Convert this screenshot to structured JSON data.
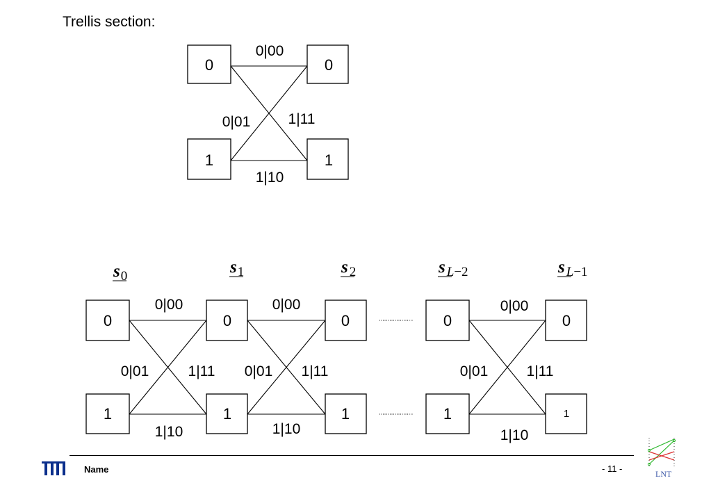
{
  "title": "Trellis section:",
  "section": {
    "states": [
      {
        "left": "0",
        "right": "0"
      },
      {
        "left": "1",
        "right": "1"
      }
    ],
    "edges": {
      "top": "0|00",
      "bottom": "1|10",
      "cross_left": "0|01",
      "cross_right": "1|11"
    }
  },
  "trellis": {
    "state_labels": [
      {
        "var": "s",
        "sub": "0"
      },
      {
        "var": "s",
        "sub": "1"
      },
      {
        "var": "s",
        "sub": "2"
      },
      {
        "var": "s",
        "sub_italic": "L",
        "sub_rest": "−2"
      },
      {
        "var": "s",
        "sub_italic": "L",
        "sub_rest": "−1"
      }
    ],
    "top_states": [
      "0",
      "0",
      "0",
      "0",
      "0"
    ],
    "bottom_states": [
      "1",
      "1",
      "1",
      "1",
      "1"
    ],
    "edges": [
      {
        "top": "0|00",
        "bottom": "1|10",
        "cross_left": "0|01",
        "cross_right": "1|11"
      },
      {
        "top": "0|00",
        "bottom": "1|10",
        "cross_left": "0|01",
        "cross_right": "1|11"
      },
      {
        "top": "0|00",
        "bottom": "1|10",
        "cross_left": "0|01",
        "cross_right": "1|11"
      }
    ]
  },
  "footer": {
    "name": "Name",
    "page": "- 11 -",
    "lnt_logo_text": "LNT"
  }
}
